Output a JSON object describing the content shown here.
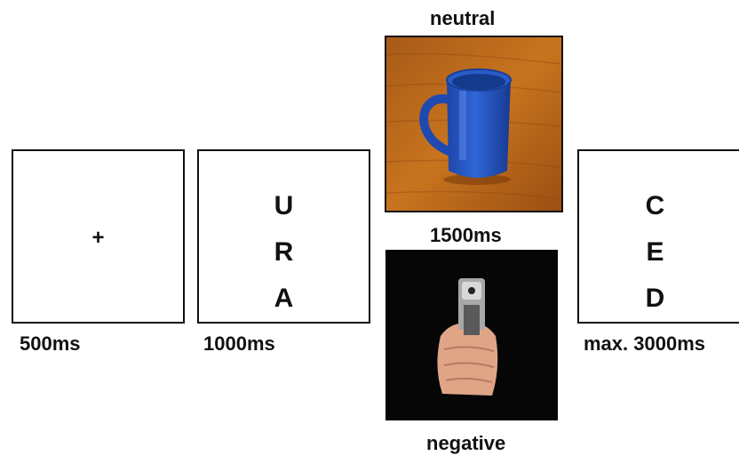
{
  "fixation": {
    "symbol": "+",
    "duration": "500ms"
  },
  "letter_probe": {
    "letters": [
      "U",
      "R",
      "A"
    ],
    "duration": "1000ms"
  },
  "images": {
    "neutral_label": "neutral",
    "duration": "1500ms",
    "negative_label": "negative",
    "neutral_icon": "blue-mug-on-wooden-table",
    "negative_icon": "hand-pointing-gun"
  },
  "response_probe": {
    "letters": [
      "C",
      "E",
      "D"
    ],
    "duration": "max. 3000ms"
  }
}
